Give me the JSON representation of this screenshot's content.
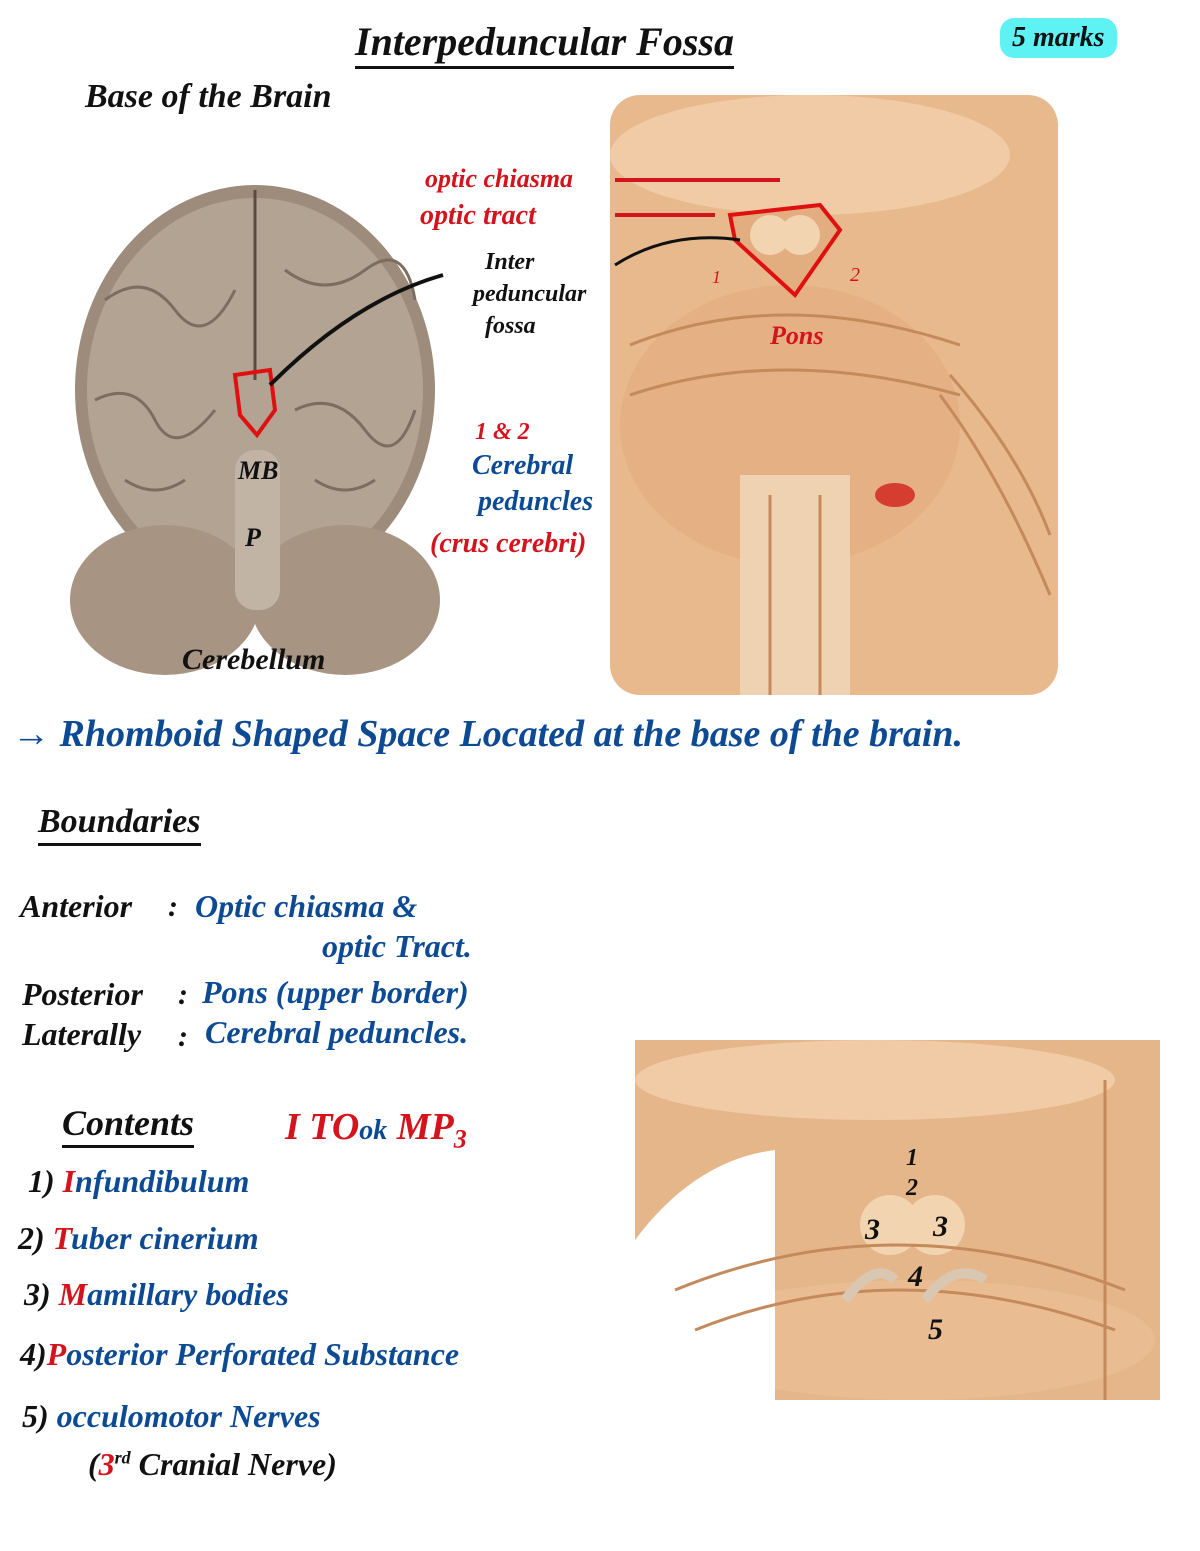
{
  "header": {
    "title": "Interpeduncular Fossa",
    "marks_badge": "5 marks",
    "highlight_color": "#5ef2f5"
  },
  "figure_left": {
    "caption": "Base of the Brain",
    "labels": {
      "mb": "MB",
      "p": "P",
      "cerebellum": "Cerebellum"
    }
  },
  "figure_right": {
    "labels": {
      "optic_chiasma": "optic chiasma",
      "optic_tract": "optic tract",
      "interpeduncular_fossa": [
        "Inter",
        "peduncular",
        "fossa"
      ],
      "one": "1",
      "two": "2",
      "pons": "Pons",
      "one_and_two": "1 & 2",
      "cerebral_peduncles": [
        "Cerebral",
        "peduncles"
      ],
      "crus_cerebri": "(crus cerebri)"
    }
  },
  "definition": "→ Rhomboid Shaped Space Located at the base of the brain.",
  "boundaries": {
    "heading": "Boundaries",
    "rows": [
      {
        "label": "Anterior",
        "sep": ":",
        "value": "Optic chiasma &",
        "value2": "optic Tract."
      },
      {
        "label": "Posterior",
        "sep": ":",
        "value": "Pons (upper border)"
      },
      {
        "label": "Laterally",
        "sep": ":",
        "value": "Cerebral peduncles."
      }
    ]
  },
  "contents": {
    "heading": "Contents",
    "mnemonic": {
      "i": "I",
      "to": "TO",
      "ok": "ok",
      "mp": "MP",
      "three": "3"
    },
    "items": [
      {
        "num": "1)",
        "initial": "I",
        "rest": "nfundibulum"
      },
      {
        "num": "2)",
        "initial": "T",
        "rest": "uber cinerium"
      },
      {
        "num": "3)",
        "initial": "M",
        "rest": "amillary bodies"
      },
      {
        "num": "4)",
        "initial": "P",
        "rest": "osterior Perforated Substance"
      },
      {
        "num": "5)",
        "initial": "",
        "rest": "occulomotor Nerves"
      }
    ],
    "note": {
      "open": "(",
      "num": "3",
      "sup": "rd",
      "rest": " Cranial Nerve)"
    }
  },
  "figure_bottom": {
    "labels": [
      "1",
      "2",
      "3",
      "3",
      "4",
      "5"
    ]
  }
}
